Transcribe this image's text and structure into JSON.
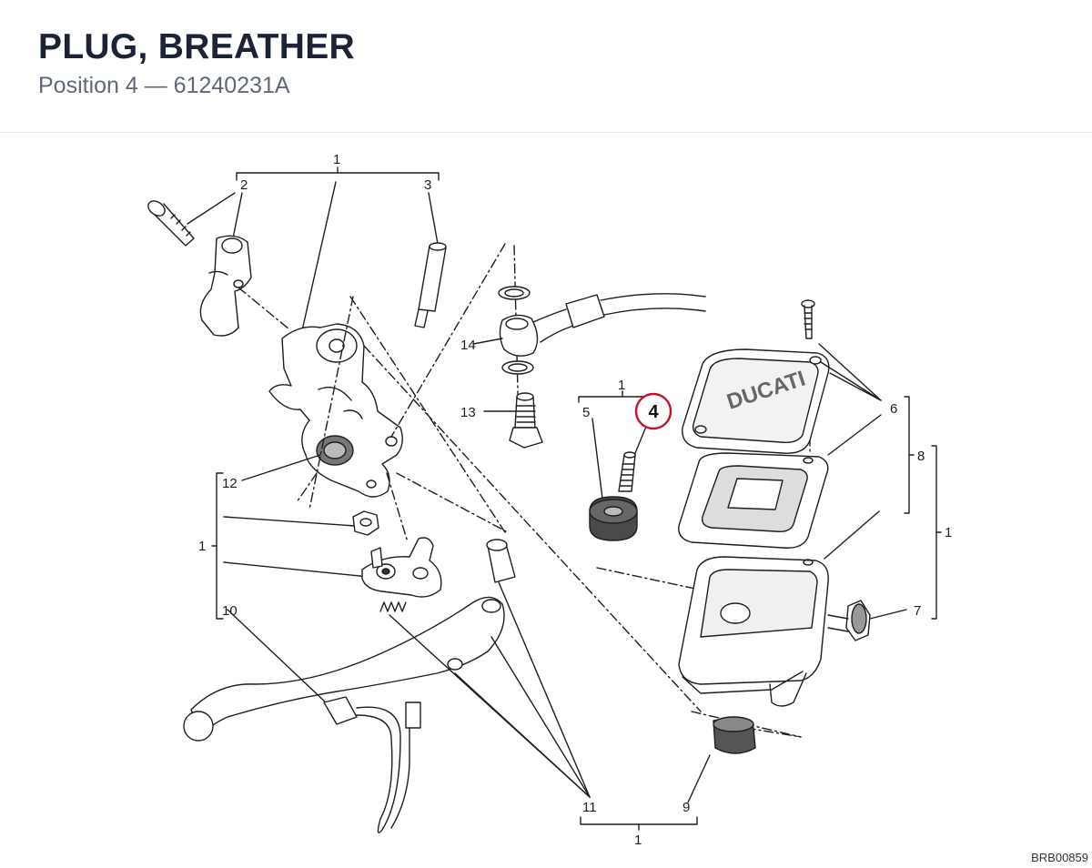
{
  "header": {
    "title": "PLUG, BREATHER",
    "subtitle": "Position 4 — 61240231A"
  },
  "diagram": {
    "highlight": {
      "label": "4",
      "color": "#c8102e"
    },
    "callouts": [
      "1",
      "2",
      "3",
      "14",
      "13",
      "12",
      "1",
      "10",
      "11",
      "1",
      "9",
      "5",
      "1",
      "6",
      "8",
      "1",
      "7"
    ],
    "brand_text": "DUCATI",
    "reference_code": "BRB00859"
  }
}
